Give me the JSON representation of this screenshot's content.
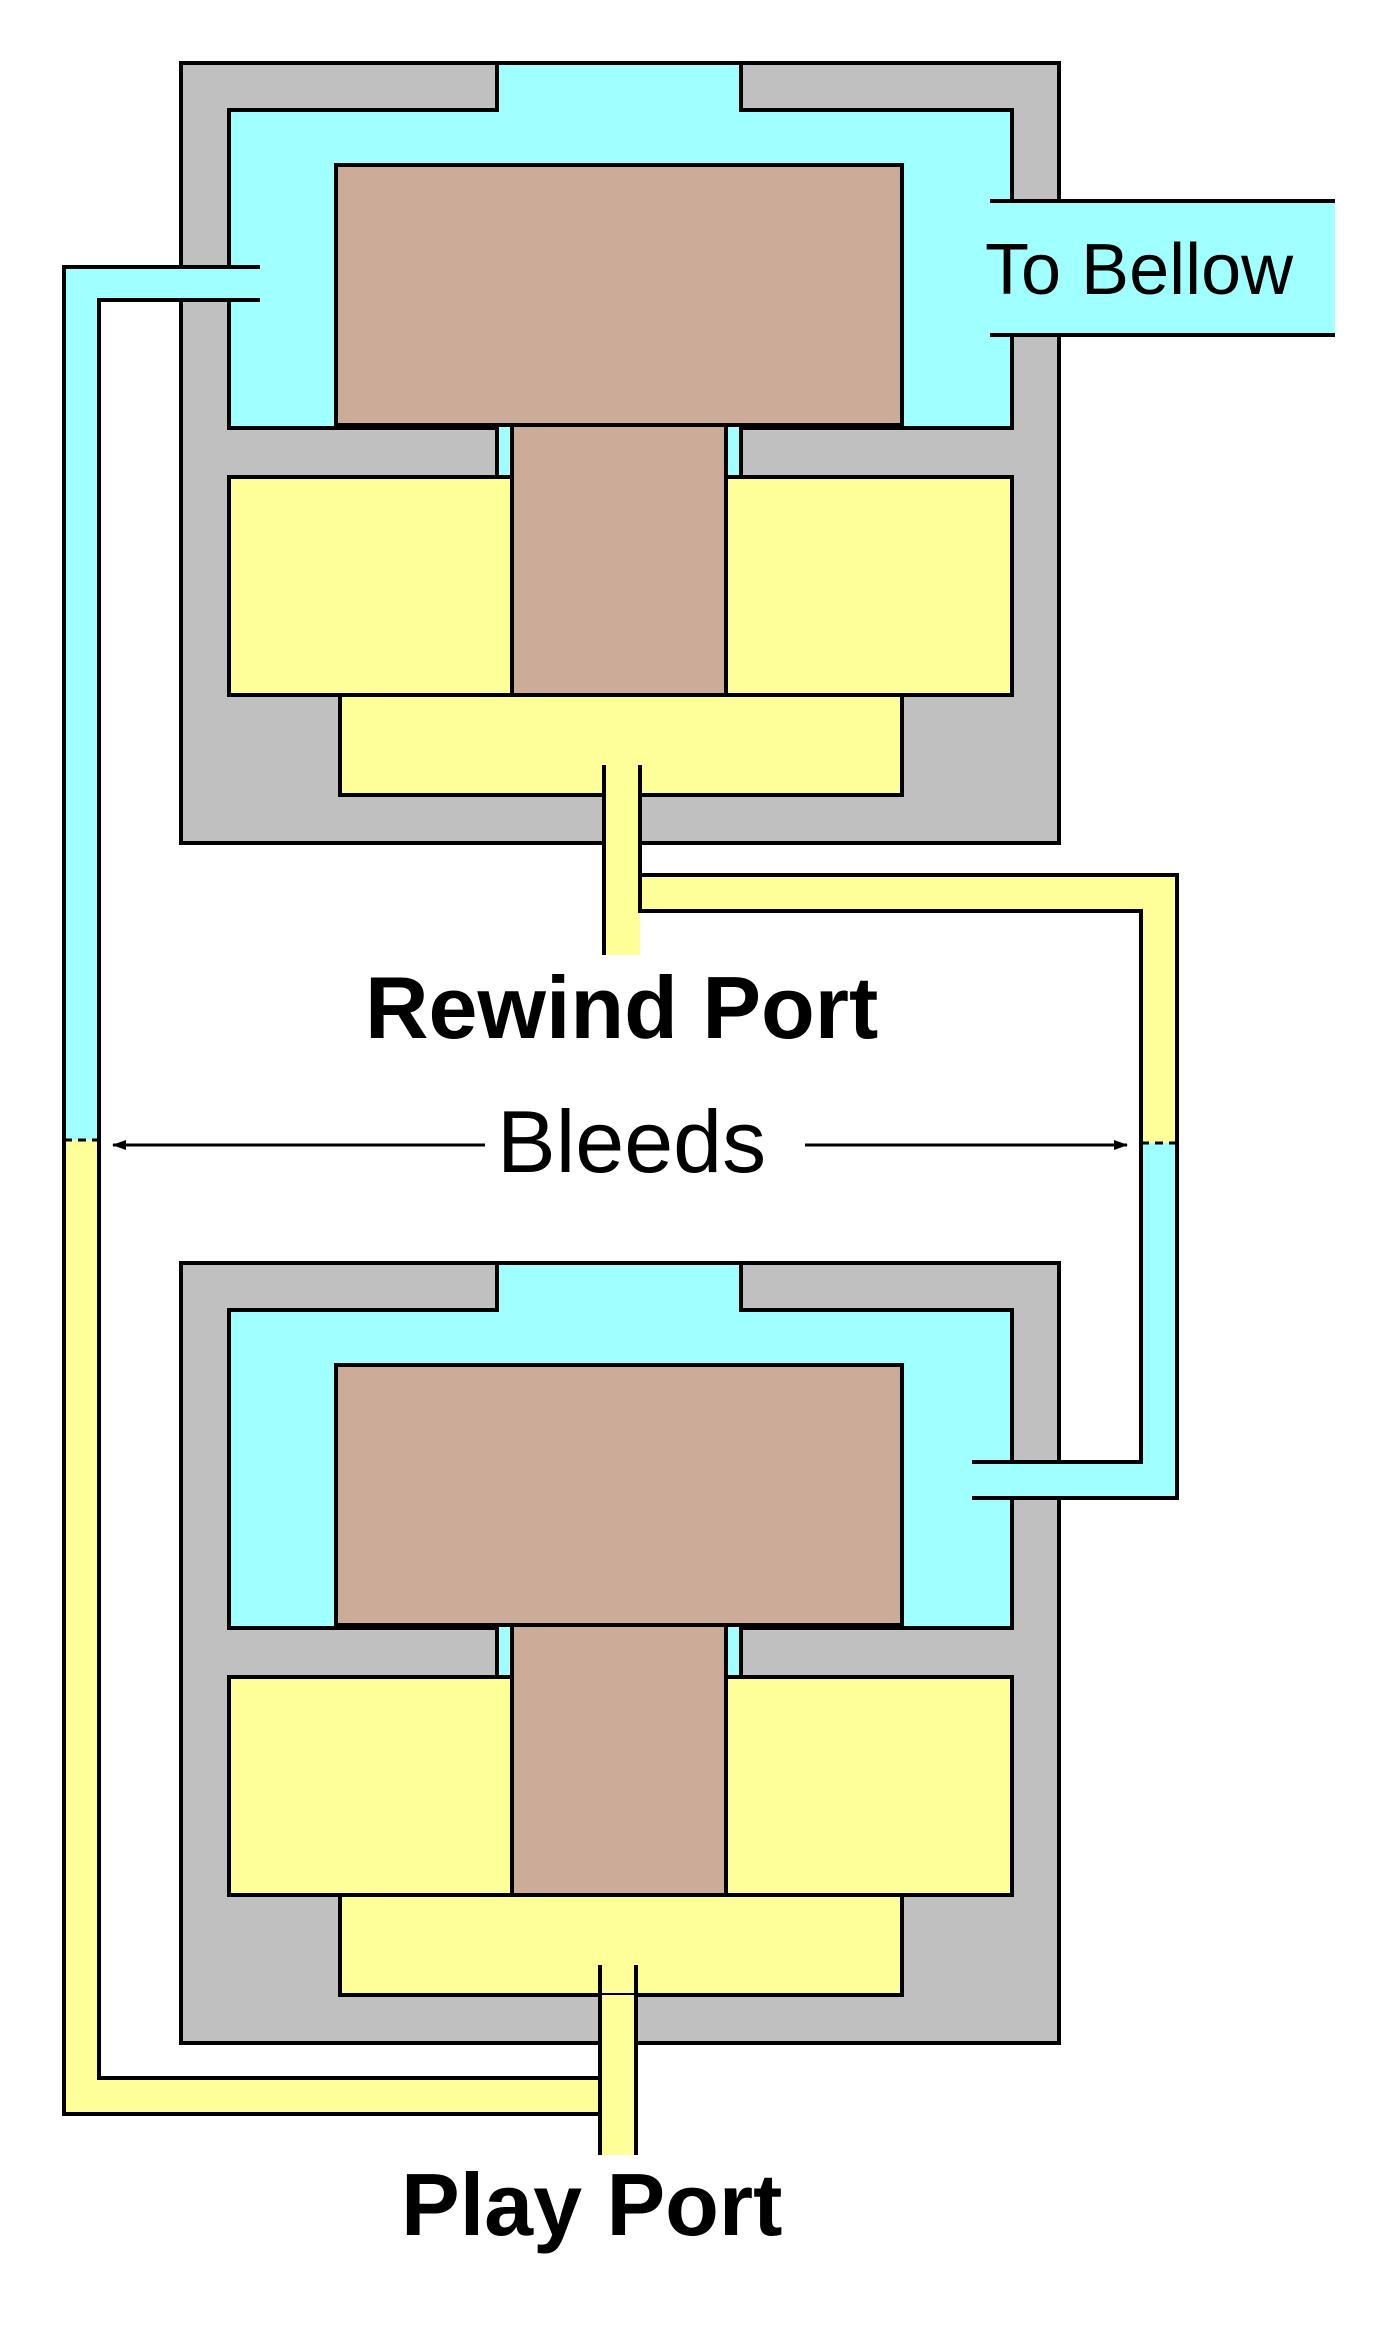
{
  "labels": {
    "to_bellow": "To Bellow",
    "rewind_port": "Rewind Port",
    "bleeds": "Bleeds",
    "play_port": "Play Port"
  },
  "colors": {
    "housing": "#c0c0c0",
    "air_chamber": "#a0ffff",
    "valve": "#ccab98",
    "pouch": "#ffff99",
    "outline": "#000000",
    "background": "#ffffff"
  },
  "icons": {
    "bleed_arrow_left": "arrow-left-icon",
    "bleed_arrow_right": "arrow-right-icon"
  }
}
